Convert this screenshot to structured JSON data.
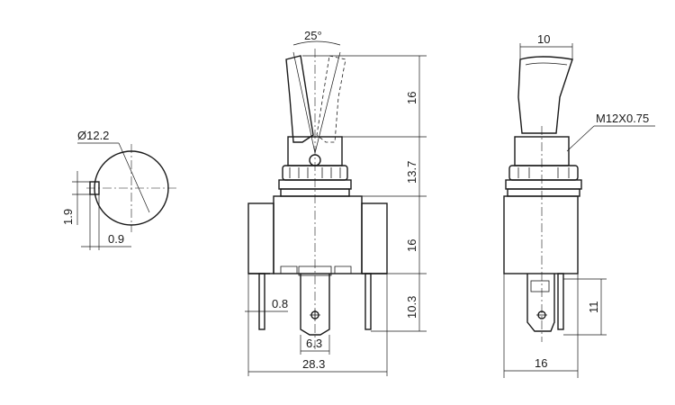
{
  "drawing": {
    "dims": {
      "top_diameter": "Ø12.2",
      "top_slot_width": "1.9",
      "top_slot_depth": "0.9",
      "lever_angle": "25°",
      "lever_height": "16",
      "bushing_height": "13.7",
      "housing_height": "16",
      "terminal_length": "10.3",
      "terminal_thickness": "0.8",
      "terminal_width": "6.3",
      "overall_width": "28.3",
      "lever_width": "10",
      "thread": "M12X0.75",
      "terminal_height": "11",
      "housing_depth": "16"
    }
  }
}
